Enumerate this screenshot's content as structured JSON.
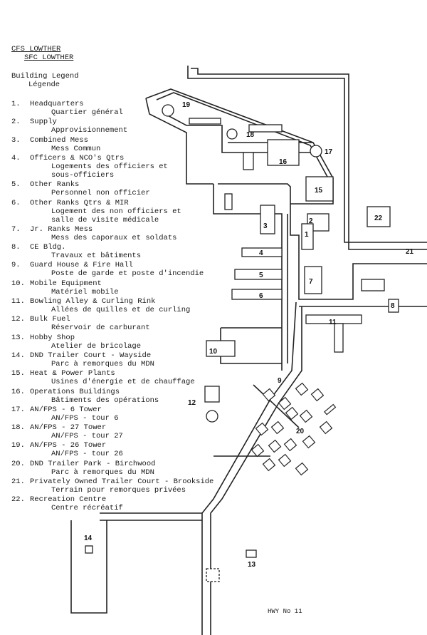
{
  "title": "CFS LOWTHER",
  "subtitle": "SFC LOWTHER",
  "legend_title_en": "Building Legend",
  "legend_title_fr": "Légende",
  "legend": [
    {
      "num": "1.",
      "en": "Headquarters",
      "fr": [
        "Quartier général"
      ]
    },
    {
      "num": "2.",
      "en": "Supply",
      "fr": [
        "Approvisionnement"
      ]
    },
    {
      "num": "3.",
      "en": "Combined Mess",
      "fr": [
        "Mess Commun"
      ]
    },
    {
      "num": "4.",
      "en": "Officers & NCO's Qtrs",
      "fr": [
        "Logements des officiers et",
        "sous-officiers"
      ]
    },
    {
      "num": "5.",
      "en": "Other Ranks",
      "fr": [
        "Personnel non officier"
      ]
    },
    {
      "num": "6.",
      "en": "Other Ranks Qtrs & MIR",
      "fr": [
        "Logement des non officiers et",
        "salle de visite médicale"
      ]
    },
    {
      "num": "7.",
      "en": "Jr. Ranks Mess",
      "fr": [
        "Mess des caporaux et soldats"
      ]
    },
    {
      "num": "8.",
      "en": "CE Bldg.",
      "fr": [
        "Travaux et bâtiments"
      ]
    },
    {
      "num": "9.",
      "en": "Guard House & Fire Hall",
      "fr": [
        "Poste de garde et poste d'incendie"
      ]
    },
    {
      "num": "10.",
      "en": "Mobile Equipment",
      "fr": [
        "Matériel mobile"
      ]
    },
    {
      "num": "11.",
      "en": "Bowling Alley & Curling Rink",
      "fr": [
        "Allées de quilles et de curling"
      ]
    },
    {
      "num": "12.",
      "en": "Bulk Fuel",
      "fr": [
        "Réservoir de carburant"
      ]
    },
    {
      "num": "13.",
      "en": "Hobby Shop",
      "fr": [
        "Atelier de bricolage"
      ]
    },
    {
      "num": "14.",
      "en": "DND Trailer Court - Wayside",
      "fr": [
        "Parc à remorques du MDN"
      ]
    },
    {
      "num": "15.",
      "en": "Heat & Power Plants",
      "fr": [
        "Usines d'énergie et de chauffage"
      ]
    },
    {
      "num": "16.",
      "en": "Operations Buildings",
      "fr": [
        "Bâtiments des opérations"
      ]
    },
    {
      "num": "17.",
      "en": "AN/FPS - 6 Tower",
      "fr": [
        "AN/FPS - tour 6"
      ]
    },
    {
      "num": "18.",
      "en": "AN/FPS - 27 Tower",
      "fr": [
        "AN/FPS - tour 27"
      ]
    },
    {
      "num": "19.",
      "en": "AN/FPS - 26 Tower",
      "fr": [
        "AN/FPS - tour 26"
      ]
    },
    {
      "num": "20.",
      "en": "DND Trailer Park - Birchwood",
      "fr": [
        "Parc à remorques du MDN"
      ]
    },
    {
      "num": "21.",
      "en": "Privately Owned Trailer Court - Brookside",
      "fr": [
        "Terrain pour remorques privées"
      ]
    },
    {
      "num": "22.",
      "en": "Recreation Centre",
      "fr": [
        "Centre récréatif"
      ]
    }
  ],
  "map_labels": [
    "1",
    "2",
    "3",
    "4",
    "5",
    "6",
    "7",
    "8",
    "9",
    "10",
    "11",
    "12",
    "13",
    "14",
    "15",
    "16",
    "17",
    "18",
    "19",
    "20",
    "21",
    "22"
  ],
  "highway_label": "HWY No 11"
}
